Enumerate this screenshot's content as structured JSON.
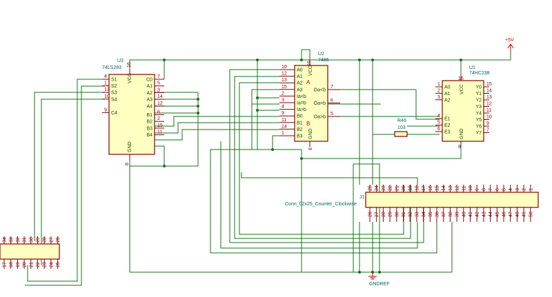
{
  "components": {
    "u3": {
      "ref": "U3",
      "value": "74LS283",
      "left_pins": [
        {
          "num": "4",
          "name": "S1"
        },
        {
          "num": "1",
          "name": "S2"
        },
        {
          "num": "13",
          "name": "S3"
        },
        {
          "num": "10",
          "name": "S4"
        },
        {
          "num": "9",
          "name": "C4"
        }
      ],
      "right_pins": [
        {
          "num": "7",
          "name": "C0"
        },
        {
          "num": "5",
          "name": "A1"
        },
        {
          "num": "3",
          "name": "A2"
        },
        {
          "num": "14",
          "name": "A3"
        },
        {
          "num": "12",
          "name": "A4"
        },
        {
          "num": "6",
          "name": "B1"
        },
        {
          "num": "2",
          "name": "B2"
        },
        {
          "num": "15",
          "name": "B3"
        },
        {
          "num": "11",
          "name": "B4"
        }
      ],
      "vcc": {
        "num": "16",
        "name": "VCC"
      },
      "gnd": {
        "num": "8",
        "name": "GND"
      }
    },
    "u2": {
      "ref": "U2",
      "value": "7485",
      "left_pins": [
        {
          "num": "10",
          "name": "A0"
        },
        {
          "num": "12",
          "name": "A1"
        },
        {
          "num": "13",
          "name": "A2"
        },
        {
          "num": "15",
          "name": "A3"
        },
        {
          "num": "2",
          "name": "Ia<b"
        },
        {
          "num": "3",
          "name": "Ia=b"
        },
        {
          "num": "4",
          "name": "Ia>b"
        },
        {
          "num": "9",
          "name": "B0"
        },
        {
          "num": "11",
          "name": "B1"
        },
        {
          "num": "14",
          "name": "B2"
        },
        {
          "num": "1",
          "name": "B3"
        }
      ],
      "right_pins": [
        {
          "num": "7",
          "name": "Oa<b"
        },
        {
          "num": "6",
          "name": "Oa=b"
        },
        {
          "num": "5",
          "name": "Oa>b"
        }
      ],
      "vcc": {
        "num": "16",
        "name": "VCC"
      },
      "gnd": {
        "num": "8",
        "name": "GND"
      },
      "marks": [
        "A",
        "B"
      ]
    },
    "u1": {
      "ref": "U1",
      "value": "74HC238",
      "left_pins": [
        {
          "num": "1",
          "name": "A0"
        },
        {
          "num": "2",
          "name": "A1"
        },
        {
          "num": "3",
          "name": "A2"
        },
        {
          "num": "4",
          "name": "E1"
        },
        {
          "num": "5",
          "name": "E2"
        },
        {
          "num": "6",
          "name": "E3"
        }
      ],
      "right_pins": [
        {
          "num": "15",
          "name": "Y0"
        },
        {
          "num": "14",
          "name": "Y1"
        },
        {
          "num": "13",
          "name": "Y2"
        },
        {
          "num": "12",
          "name": "Y3"
        },
        {
          "num": "11",
          "name": "Y4"
        },
        {
          "num": "10",
          "name": "Y5"
        },
        {
          "num": "9",
          "name": "Y6"
        },
        {
          "num": "7",
          "name": "Y7"
        }
      ],
      "vcc": {
        "num": "16",
        "name": "VCC"
      },
      "gnd": {
        "num": "8",
        "name": "GND"
      }
    },
    "r46": {
      "ref": "R46",
      "value": "103"
    },
    "j1": {
      "ref": "J1",
      "value": "Conn_02x25_Counter_Clockwise",
      "top_pins": [
        "25",
        "24",
        "23",
        "22",
        "21",
        "20",
        "19",
        "18",
        "17",
        "16",
        "15",
        "14",
        "13",
        "12",
        "11",
        "10",
        "9",
        "8",
        "7",
        "6",
        "5",
        "4",
        "3",
        "2",
        "1"
      ],
      "bottom_pins": [
        "26",
        "27",
        "28",
        "29",
        "30",
        "31",
        "32",
        "33",
        "34",
        "35",
        "36",
        "37",
        "38",
        "39",
        "40",
        "41",
        "42",
        "43",
        "44",
        "45",
        "46",
        "47",
        "48",
        "49",
        "50"
      ]
    },
    "j_left": {
      "top_pins": [
        "34",
        "33",
        "32",
        "31",
        "30",
        "29",
        "28",
        "27",
        "26"
      ],
      "bottom_pins": [
        "17",
        "18",
        "19",
        "20",
        "21",
        "22",
        "23",
        "24",
        "25"
      ]
    }
  },
  "power": {
    "vcc_label": "+5V",
    "gnd_label": "GNDREF"
  },
  "colors": {
    "wire": "#157015",
    "body": "#ffffc2",
    "outline": "#840000",
    "ref": "#006464",
    "power": "#c80000"
  }
}
